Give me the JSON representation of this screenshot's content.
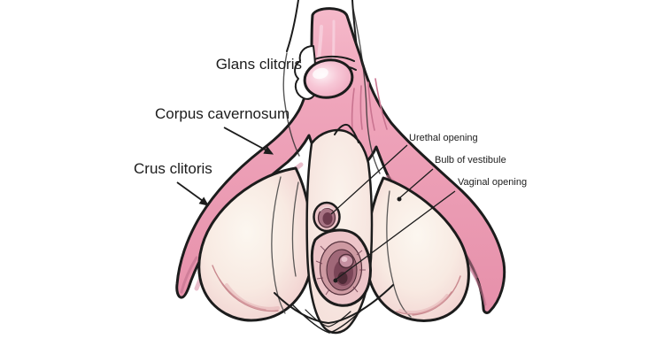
{
  "figure": {
    "type": "anatomical-diagram",
    "subject": "Internal anatomy of the clitoris and vulvar vestibule",
    "background": "#ffffff",
    "ink": "#1c1c1c",
    "palette": {
      "pink_main": "#EA9AB2",
      "pink_light": "#F4B6C8",
      "pink_shade": "#CE7793",
      "glans_highlight": "#FBE4EC",
      "bulb_cream": "#FAF4EC",
      "bulb_shade": "#EFC6C8",
      "opening_rim": "#EDC5C9",
      "opening_mid": "#A06878",
      "opening_dark": "#4E2A36"
    },
    "labels": {
      "glans": "Glans clitoris",
      "corpus": "Corpus cavernosum",
      "crus": "Crus clitoris",
      "urethral": "Urethal opening",
      "bulb": "Bulb of vestibule",
      "vaginal": "Vaginal opening"
    }
  }
}
